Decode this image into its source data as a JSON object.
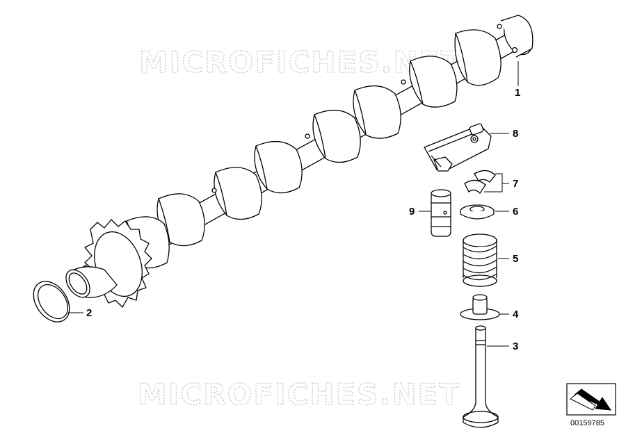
{
  "watermark": {
    "text": "MICROFICHES.NET"
  },
  "callouts": [
    "1",
    "2",
    "3",
    "4",
    "5",
    "6",
    "7",
    "8",
    "9"
  ],
  "reference_number": "00159785"
}
